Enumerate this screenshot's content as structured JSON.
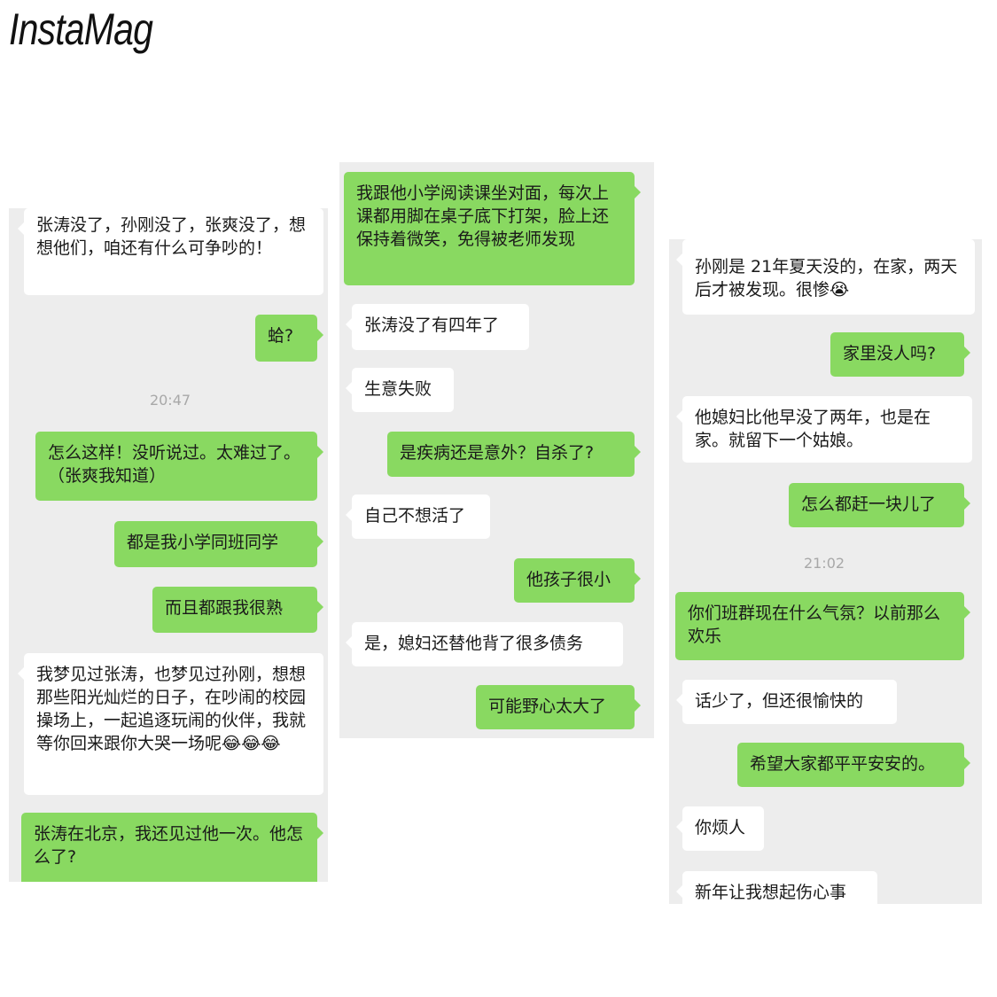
{
  "app_title": "InstaMag",
  "panels": [
    {
      "messages": [
        {
          "text": "张涛没了，孙刚没了，张爽没了，想想他们，咱还有什么可争吵的！"
        },
        {
          "text": "蛤?"
        },
        {
          "text": "20:47"
        },
        {
          "text": "怎么这样！没听说过。太难过了。（张爽我知道）"
        },
        {
          "text": "都是我小学同班同学"
        },
        {
          "text": "而且都跟我很熟"
        },
        {
          "text": "我梦见过张涛，也梦见过孙刚，想想那些阳光灿烂的日子，在吵闹的校园操场上，一起追逐玩闹的伙伴，我就等你回来跟你大哭一场呢😂😂😂"
        },
        {
          "text": "张涛在北京，我还见过他一次。他怎么了?"
        }
      ]
    },
    {
      "messages": [
        {
          "text": "我跟他小学阅读课坐对面，每次上课都用脚在桌子底下打架，脸上还保持着微笑，免得被老师发现"
        },
        {
          "text": "张涛没了有四年了"
        },
        {
          "text": "生意失败"
        },
        {
          "text": "是疾病还是意外？自杀了?"
        },
        {
          "text": "自己不想活了"
        },
        {
          "text": "他孩子很小"
        },
        {
          "text": "是，媳妇还替他背了很多债务"
        },
        {
          "text": "可能野心太大了"
        }
      ]
    },
    {
      "messages": [
        {
          "text": "孙刚是 21年夏天没的，在家，两天后才被发现。很惨😭"
        },
        {
          "text": "家里没人吗?"
        },
        {
          "text": "他媳妇比他早没了两年，也是在家。就留下一个姑娘。"
        },
        {
          "text": "怎么都赶一块儿了"
        },
        {
          "text": "21:02"
        },
        {
          "text": "你们班群现在什么气氛？以前那么欢乐"
        },
        {
          "text": "话少了，但还很愉快的"
        },
        {
          "text": "希望大家都平平安安的。"
        },
        {
          "text": "你烦人"
        },
        {
          "text": "新年让我想起伤心事"
        }
      ]
    }
  ]
}
